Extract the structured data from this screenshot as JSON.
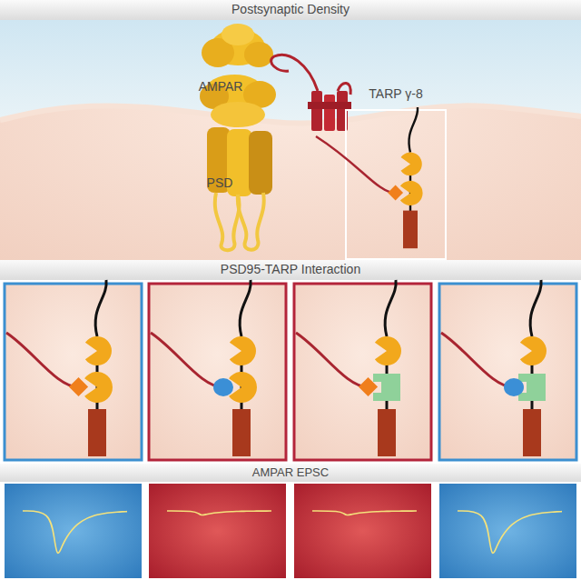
{
  "diagram": {
    "title": "Postsynaptic Density",
    "labels": [
      "AMPAR",
      "TARP γ-8",
      "PSD",
      "PSD95-TARP Interaction",
      "AMPAR EPSC"
    ]
  }
}
